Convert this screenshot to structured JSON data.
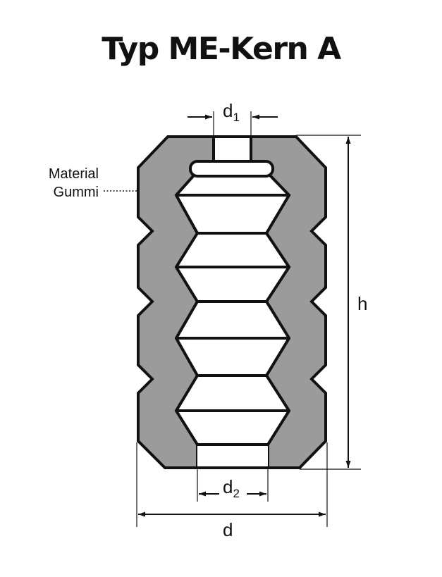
{
  "title": "Typ ME-Kern A",
  "material": {
    "line1": "Material",
    "line2": "Gummi"
  },
  "dims": {
    "d1": {
      "main": "d",
      "sub": "1"
    },
    "d2": {
      "main": "d",
      "sub": "2"
    },
    "d": {
      "main": "d"
    },
    "h": {
      "main": "h"
    }
  },
  "colors": {
    "body": "#9b9b9b",
    "outline": "#111111",
    "background": "#ffffff"
  }
}
